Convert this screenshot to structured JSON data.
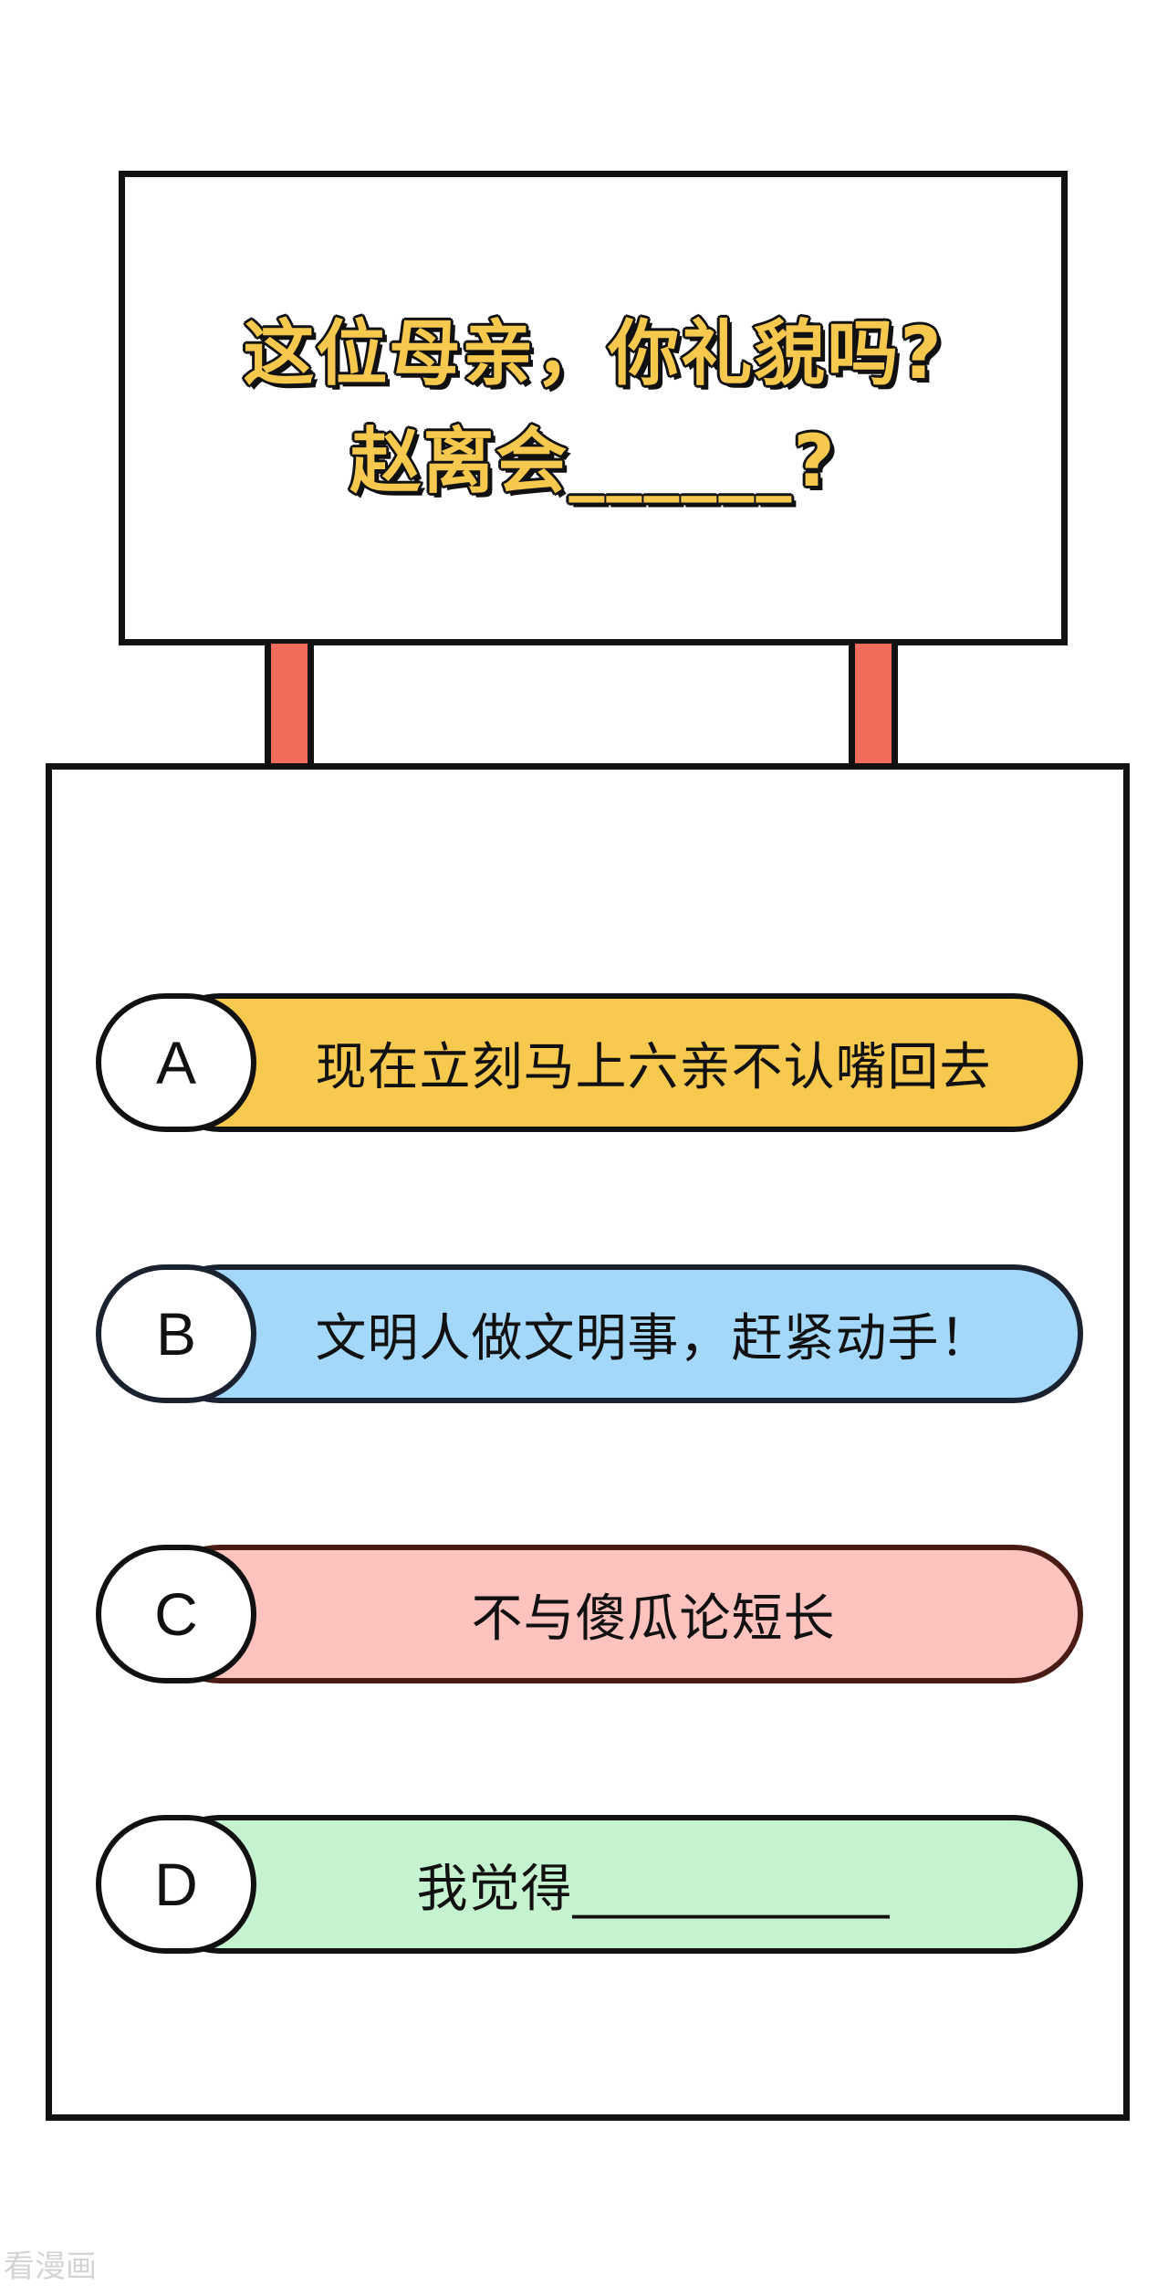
{
  "question": {
    "line1": "这位母亲，你礼貌吗?",
    "line2": "赵离会______?"
  },
  "options": [
    {
      "letter": "A",
      "text": "现在立刻马上六亲不认嘴回去",
      "color": "#F8C94F",
      "border": "#111111"
    },
    {
      "letter": "B",
      "text": "文明人做文明事，赶紧动手！",
      "color": "#A3D8FA",
      "border": "#1a2230"
    },
    {
      "letter": "C",
      "text": "不与傻瓜论短长",
      "color": "#FEC3BE",
      "border": "#4a1a14"
    },
    {
      "letter": "D",
      "text": "我觉得____________",
      "color": "#C5F3CF",
      "border": "#111111"
    }
  ],
  "colors": {
    "post": "#F26B5B",
    "title_fill": "#F6C94E"
  },
  "watermark": "看漫画"
}
